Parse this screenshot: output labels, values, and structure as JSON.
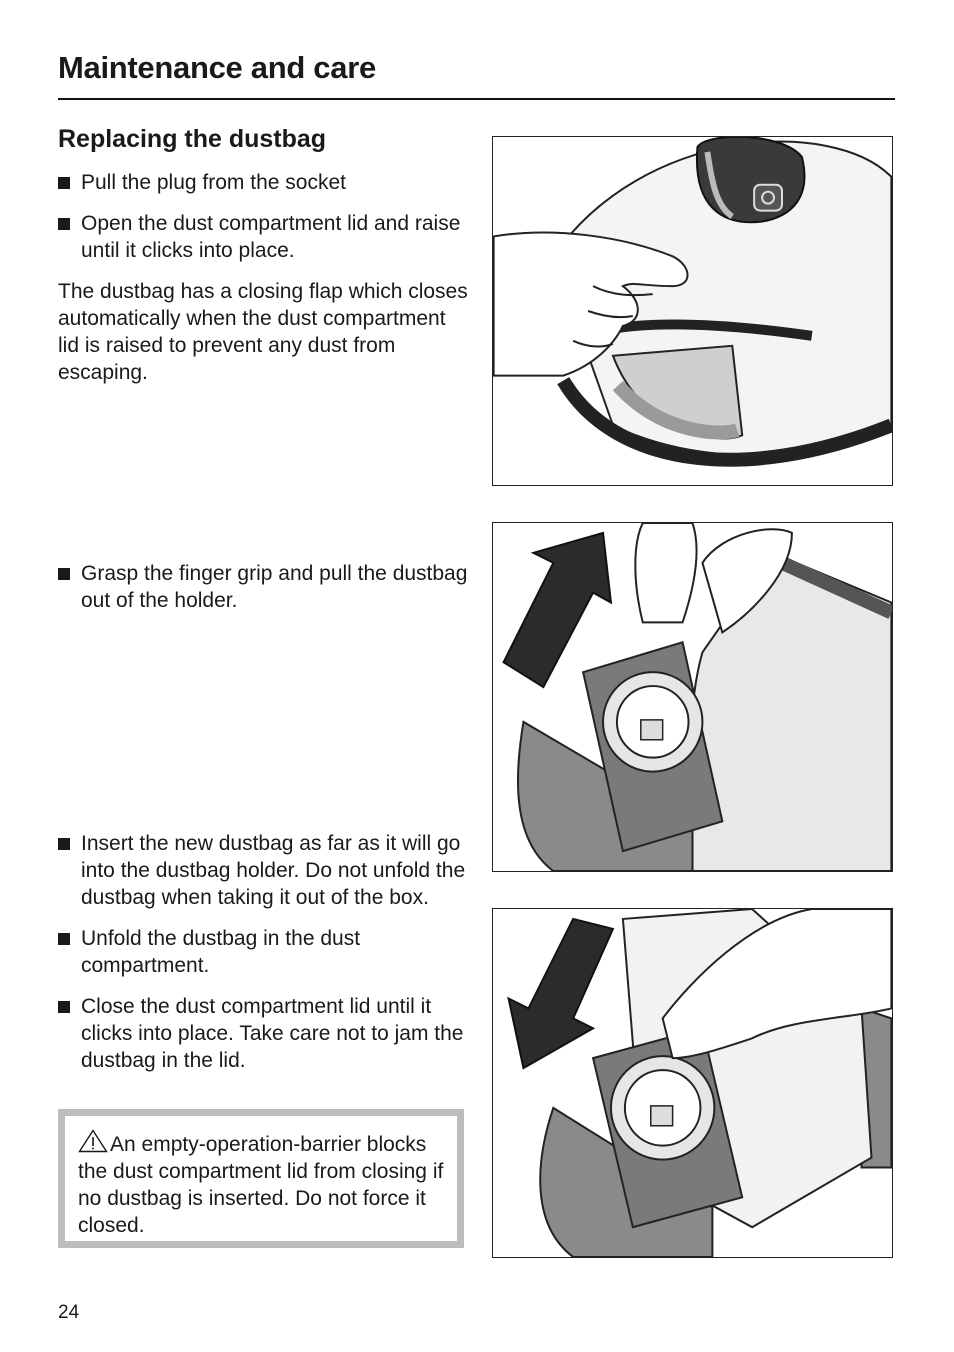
{
  "header": {
    "title": "Maintenance and care"
  },
  "section": {
    "heading": "Replacing the dustbag"
  },
  "steps_group1": [
    "Pull the plug from the socket",
    "Open the dust compartment lid and raise until it clicks into place."
  ],
  "note_paragraph": "The dustbag has a closing flap which closes automatically when the dust compartment lid is raised to prevent any dust from escaping.",
  "steps_group2": [
    "Grasp the finger grip and pull the dustbag out of the holder."
  ],
  "steps_group3": [
    "Insert the new dustbag as far as it will go into the dustbag holder. Do not unfold the dustbag when taking it out of the box.",
    "Unfold the dustbag in the dust compartment.",
    "Close the dust compartment lid until it clicks into place. Take care not to jam the dustbag in the lid."
  ],
  "warning": {
    "icon": "warning-triangle-icon",
    "text": "An empty-operation-barrier blocks the dust compartment lid from closing if no dustbag is inserted. Do not force it closed."
  },
  "figures": [
    {
      "name": "illustration-open-lid",
      "arrow": "none"
    },
    {
      "name": "illustration-remove-dustbag",
      "arrow": "up"
    },
    {
      "name": "illustration-insert-dustbag",
      "arrow": "down"
    }
  ],
  "footer": {
    "page_number": "24"
  },
  "colors": {
    "text": "#1a1a1a",
    "rule": "#111111",
    "warning_border": "#bdbdbd",
    "arrow": "#2b2b2b",
    "shade": "#8a8a8a"
  }
}
